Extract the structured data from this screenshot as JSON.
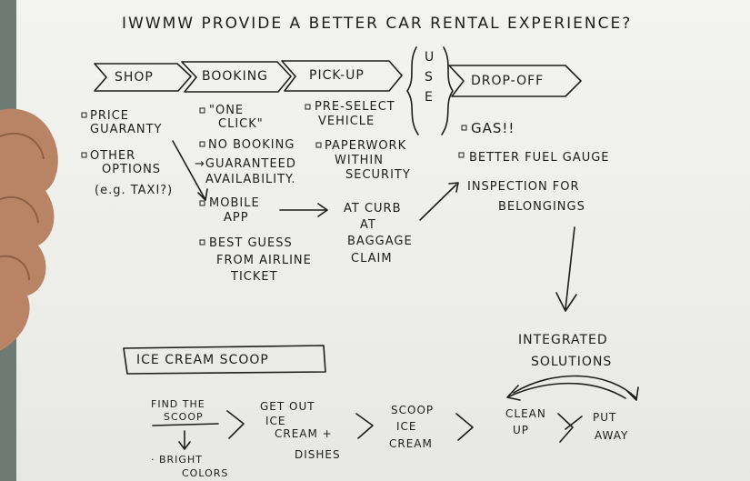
{
  "title": "IWWMW PROVIDE A BETTER CAR RENTAL EXPERIENCE?",
  "stages": {
    "shop": "SHOP",
    "booking": "BOOKING",
    "pickup": "PICK-UP",
    "use": [
      "U",
      "S",
      "E"
    ],
    "dropoff": "DROP-OFF"
  },
  "shop_notes": {
    "price": [
      "PRICE",
      "GUARANTY"
    ],
    "other": [
      "OTHER",
      "OPTIONS",
      "(e.g. TAXI?)"
    ]
  },
  "booking_notes": {
    "one_click": [
      "\"ONE",
      "CLICK\""
    ],
    "no_booking": [
      "NO BOOKING",
      "→GUARANTEED",
      "AVAILABILITY."
    ],
    "mobile": [
      "MOBILE",
      "APP"
    ],
    "best_guess": [
      "BEST GUESS",
      "FROM AIRLINE",
      "TICKET"
    ]
  },
  "pickup_notes": {
    "preselect": [
      "PRE-SELECT",
      "VEHICLE"
    ],
    "paperwork": [
      "PAPERWORK",
      "WITHIN",
      "SECURITY"
    ],
    "curb": [
      "AT CURB",
      "AT",
      "BAGGAGE",
      "CLAIM"
    ]
  },
  "dropoff_notes": {
    "gas": "GAS!!",
    "gauge": "BETTER FUEL GAUGE",
    "inspection": [
      "INSPECTION FOR",
      "BELONGINGS"
    ]
  },
  "integrated": [
    "INTEGRATED",
    "SOLUTIONS"
  ],
  "scoop_box": "ICE CREAM SCOOP",
  "scoop_steps": {
    "find": [
      "FIND THE",
      "SCOOP"
    ],
    "bright": [
      "· BRIGHT",
      "COLORS"
    ],
    "get_out": [
      "GET OUT",
      "ICE",
      "CREAM +",
      "DISHES"
    ],
    "scoop": [
      "SCOOP",
      "ICE",
      "CREAM"
    ],
    "clean": [
      "CLEAN",
      "UP"
    ],
    "put": [
      "PUT",
      "AWAY"
    ]
  }
}
